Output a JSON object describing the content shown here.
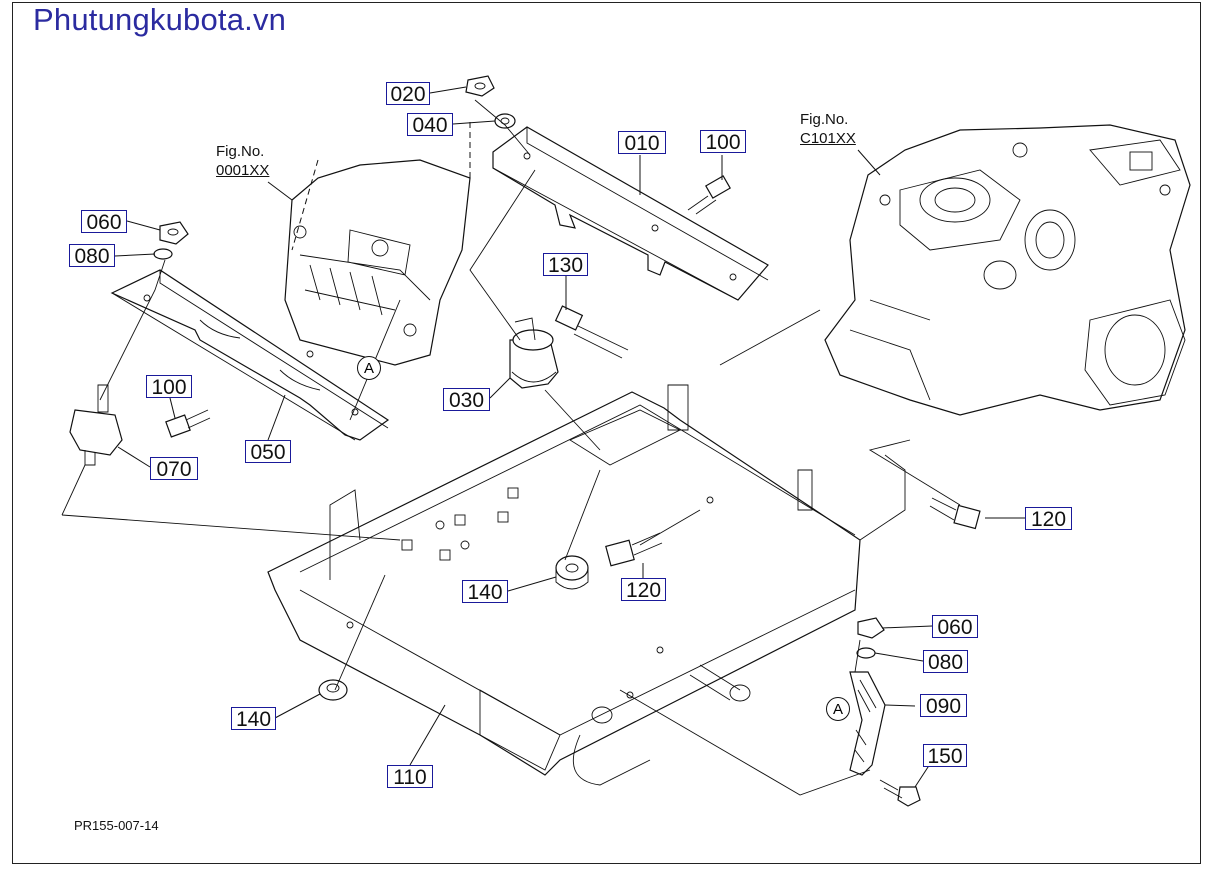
{
  "site_title": "Phutungkubota.vn",
  "drawing_code": "PR155-007-14",
  "fig_refs": [
    {
      "id": "engine",
      "label": "Fig.No.",
      "code": "0001XX"
    },
    {
      "id": "transmission",
      "label": "Fig.No.",
      "code": "C101XX"
    }
  ],
  "callout_letter": "A",
  "parts": [
    {
      "id": "p020",
      "number": "020"
    },
    {
      "id": "p040",
      "number": "040"
    },
    {
      "id": "p010",
      "number": "010"
    },
    {
      "id": "p100a",
      "number": "100"
    },
    {
      "id": "p060a",
      "number": "060"
    },
    {
      "id": "p080a",
      "number": "080"
    },
    {
      "id": "p130",
      "number": "130"
    },
    {
      "id": "p100b",
      "number": "100"
    },
    {
      "id": "p030",
      "number": "030"
    },
    {
      "id": "p050",
      "number": "050"
    },
    {
      "id": "p070",
      "number": "070"
    },
    {
      "id": "p120a",
      "number": "120"
    },
    {
      "id": "p140a",
      "number": "140"
    },
    {
      "id": "p120b",
      "number": "120"
    },
    {
      "id": "p060b",
      "number": "060"
    },
    {
      "id": "p080b",
      "number": "080"
    },
    {
      "id": "p090",
      "number": "090"
    },
    {
      "id": "p140b",
      "number": "140"
    },
    {
      "id": "p110",
      "number": "110"
    },
    {
      "id": "p150",
      "number": "150"
    }
  ]
}
